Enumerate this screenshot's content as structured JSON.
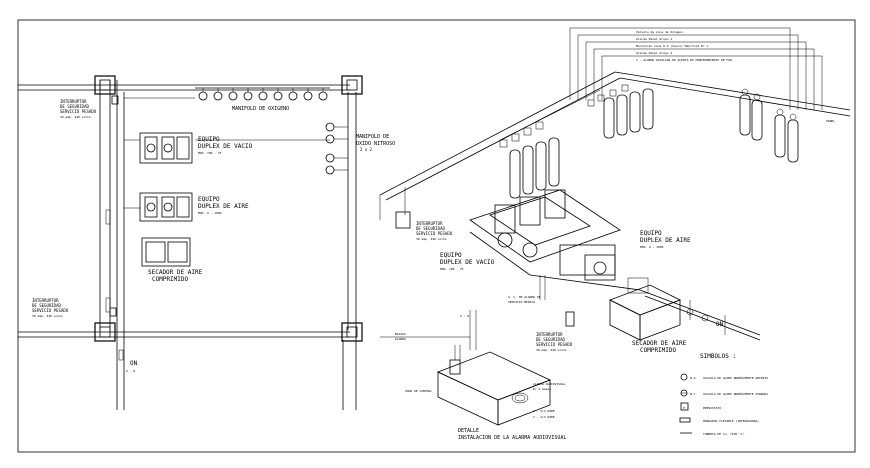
{
  "plan": {
    "manifold_oxygen": "MANIFOLD DE OXIGENO",
    "manifold_nitrous_1": "MANIFOLD DE",
    "manifold_nitrous_2": "OXIDO NITROSO",
    "manifold_nitrous_3": "2 x 2",
    "interruptor_top_1": "INTERRUPTOR",
    "interruptor_top_2": "DE SEGURIDAD",
    "interruptor_top_3": "SERVICIO PESADO",
    "interruptor_top_4": "30 amp. 240 volts",
    "interruptor_bottom_1": "INTERRUPTOR",
    "interruptor_bottom_2": "DE SEGURIDAD",
    "interruptor_bottom_3": "SERVICIO PESADO",
    "interruptor_bottom_4": "30 amp. 240 volts",
    "vacuum_1": "EQUIPO",
    "vacuum_2": "DUPLEX DE VACIO",
    "vacuum_3": "MOD. 700 - 75",
    "air_1": "EQUIPO",
    "air_2": "DUPLEX DE AIRE",
    "air_3": "MOD. A - 1000",
    "dryer_1": "SECADOR DE AIRE",
    "dryer_2": "COMPRIMIDO",
    "on_label": "ON",
    "sub_label": "2 - 8"
  },
  "iso": {
    "legend_lines": [
      "Válvula de zona de Oxígeno",
      "Alarma Panel Grupo 1",
      "Monitoreo zona O-2 (Vacio) Manifold N° x",
      "Alarma Panel Grupo 2",
      "1 - ALARMA AUXILIAR DE ALERTA DE MANTENIMIENTO DE FOR."
    ],
    "interruptor_1": "INTERRUPTOR",
    "interruptor_2": "DE SEGURIDAD",
    "interruptor_3": "SERVICIO PESADO",
    "interruptor_4": "30 amp. 240 volts",
    "vacuum_1": "EQUIPO",
    "vacuum_2": "DUPLEX DE VACIO",
    "vacuum_3": "MOD. 700 - 75",
    "air_1": "EQUIPO",
    "air_2": "DUPLEX DE AIRE",
    "air_3": "MOD. A - 1000",
    "interruptor_b_1": "INTERRUPTOR",
    "interruptor_b_2": "DE SEGURIDAD",
    "interruptor_b_3": "SERVICIO PESADO",
    "interruptor_b_4": "30 amp. 240 volts",
    "dryer_1": "SECADOR DE AIRE",
    "dryer_2": "COMPRIMIDO",
    "on_label": "ON",
    "alarma_label": "A. C. DE ALARMA DE",
    "alarma_label_2": "SERVICIO MEDICO",
    "bajada_1": "BAJADA",
    "bajada_2": "ALARMA",
    "bajada_3": "2 - 8",
    "side_tag": "PANEL"
  },
  "detail": {
    "title_1": "DETALLE",
    "title_2": "INSTALACION DE LA ALARMA AUDIOVISUAL",
    "note_1": "ALARMA AUDIOVISUAL",
    "note_2": "P/ 4 Gases",
    "note_3": "1 - 2/3 WIRE",
    "note_4": "1 - 2/3 WIRE",
    "note_left": "ZONA DE CONTROL"
  },
  "symbols": {
    "title": "SIMBOLOS :",
    "items": [
      "VALVULA DE GLOBO NORMALMENTE ABIERTA",
      "VALVULA DE GLOBO NORMALMENTE CERRADA",
      "PRESOSTATO",
      "MANGUERA FLEXIBLE (INTEGRADORA)",
      "TUBERIA DE Cu. TIPO \"L\""
    ],
    "codes": [
      "N.A.",
      "N.C.",
      "P",
      "",
      ""
    ]
  }
}
